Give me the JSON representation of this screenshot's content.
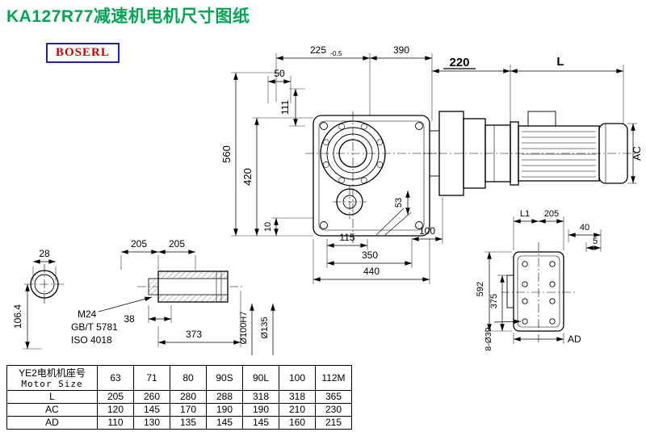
{
  "page": {
    "title": "KA127R77减速机电机尺寸图纸",
    "logo_text": "BOSERL"
  },
  "colors": {
    "title_green": "#00a651",
    "logo_red": "#cc0000",
    "logo_border_blue": "#2222bb"
  },
  "drawing": {
    "top": {
      "d225": "225",
      "d225_tol": "-0.5",
      "d390": "390",
      "d220": "220",
      "dL": "L",
      "d50": "50",
      "d111": "111"
    },
    "left": {
      "d560": "560",
      "d420": "420",
      "d10": "10"
    },
    "front": {
      "d53": "53",
      "d115": "115",
      "d100": "100",
      "d350": "350",
      "d440": "440"
    },
    "motor": {
      "dAC": "AC"
    },
    "shaft_section": {
      "d28": "28",
      "d106_4": "106.4"
    },
    "shaft_side": {
      "d205a": "205",
      "d205b": "205",
      "m24": "M24",
      "gbt": "GB/T 5781",
      "iso": "ISO 4018",
      "d38": "38",
      "d373": "373",
      "d100h7": "Ø100H7",
      "d135": "Ø135"
    },
    "rear": {
      "dL1": "L1",
      "d205": "205",
      "d40": "40",
      "d5": "5",
      "d592": "592",
      "d375": "375",
      "d8d39": "8-Ø39",
      "dAD": "AD"
    }
  },
  "table": {
    "motor_size_cn": "YE2电机机座号",
    "motor_size_en": "Motor Size",
    "columns": [
      "63",
      "71",
      "80",
      "90S",
      "90L",
      "100",
      "112M"
    ],
    "rows": [
      {
        "label": "L",
        "values": [
          "205",
          "260",
          "280",
          "288",
          "318",
          "318",
          "365"
        ]
      },
      {
        "label": "AC",
        "values": [
          "120",
          "145",
          "170",
          "190",
          "190",
          "210",
          "230"
        ]
      },
      {
        "label": "AD",
        "values": [
          "110",
          "130",
          "135",
          "145",
          "145",
          "160",
          "215"
        ]
      }
    ]
  }
}
